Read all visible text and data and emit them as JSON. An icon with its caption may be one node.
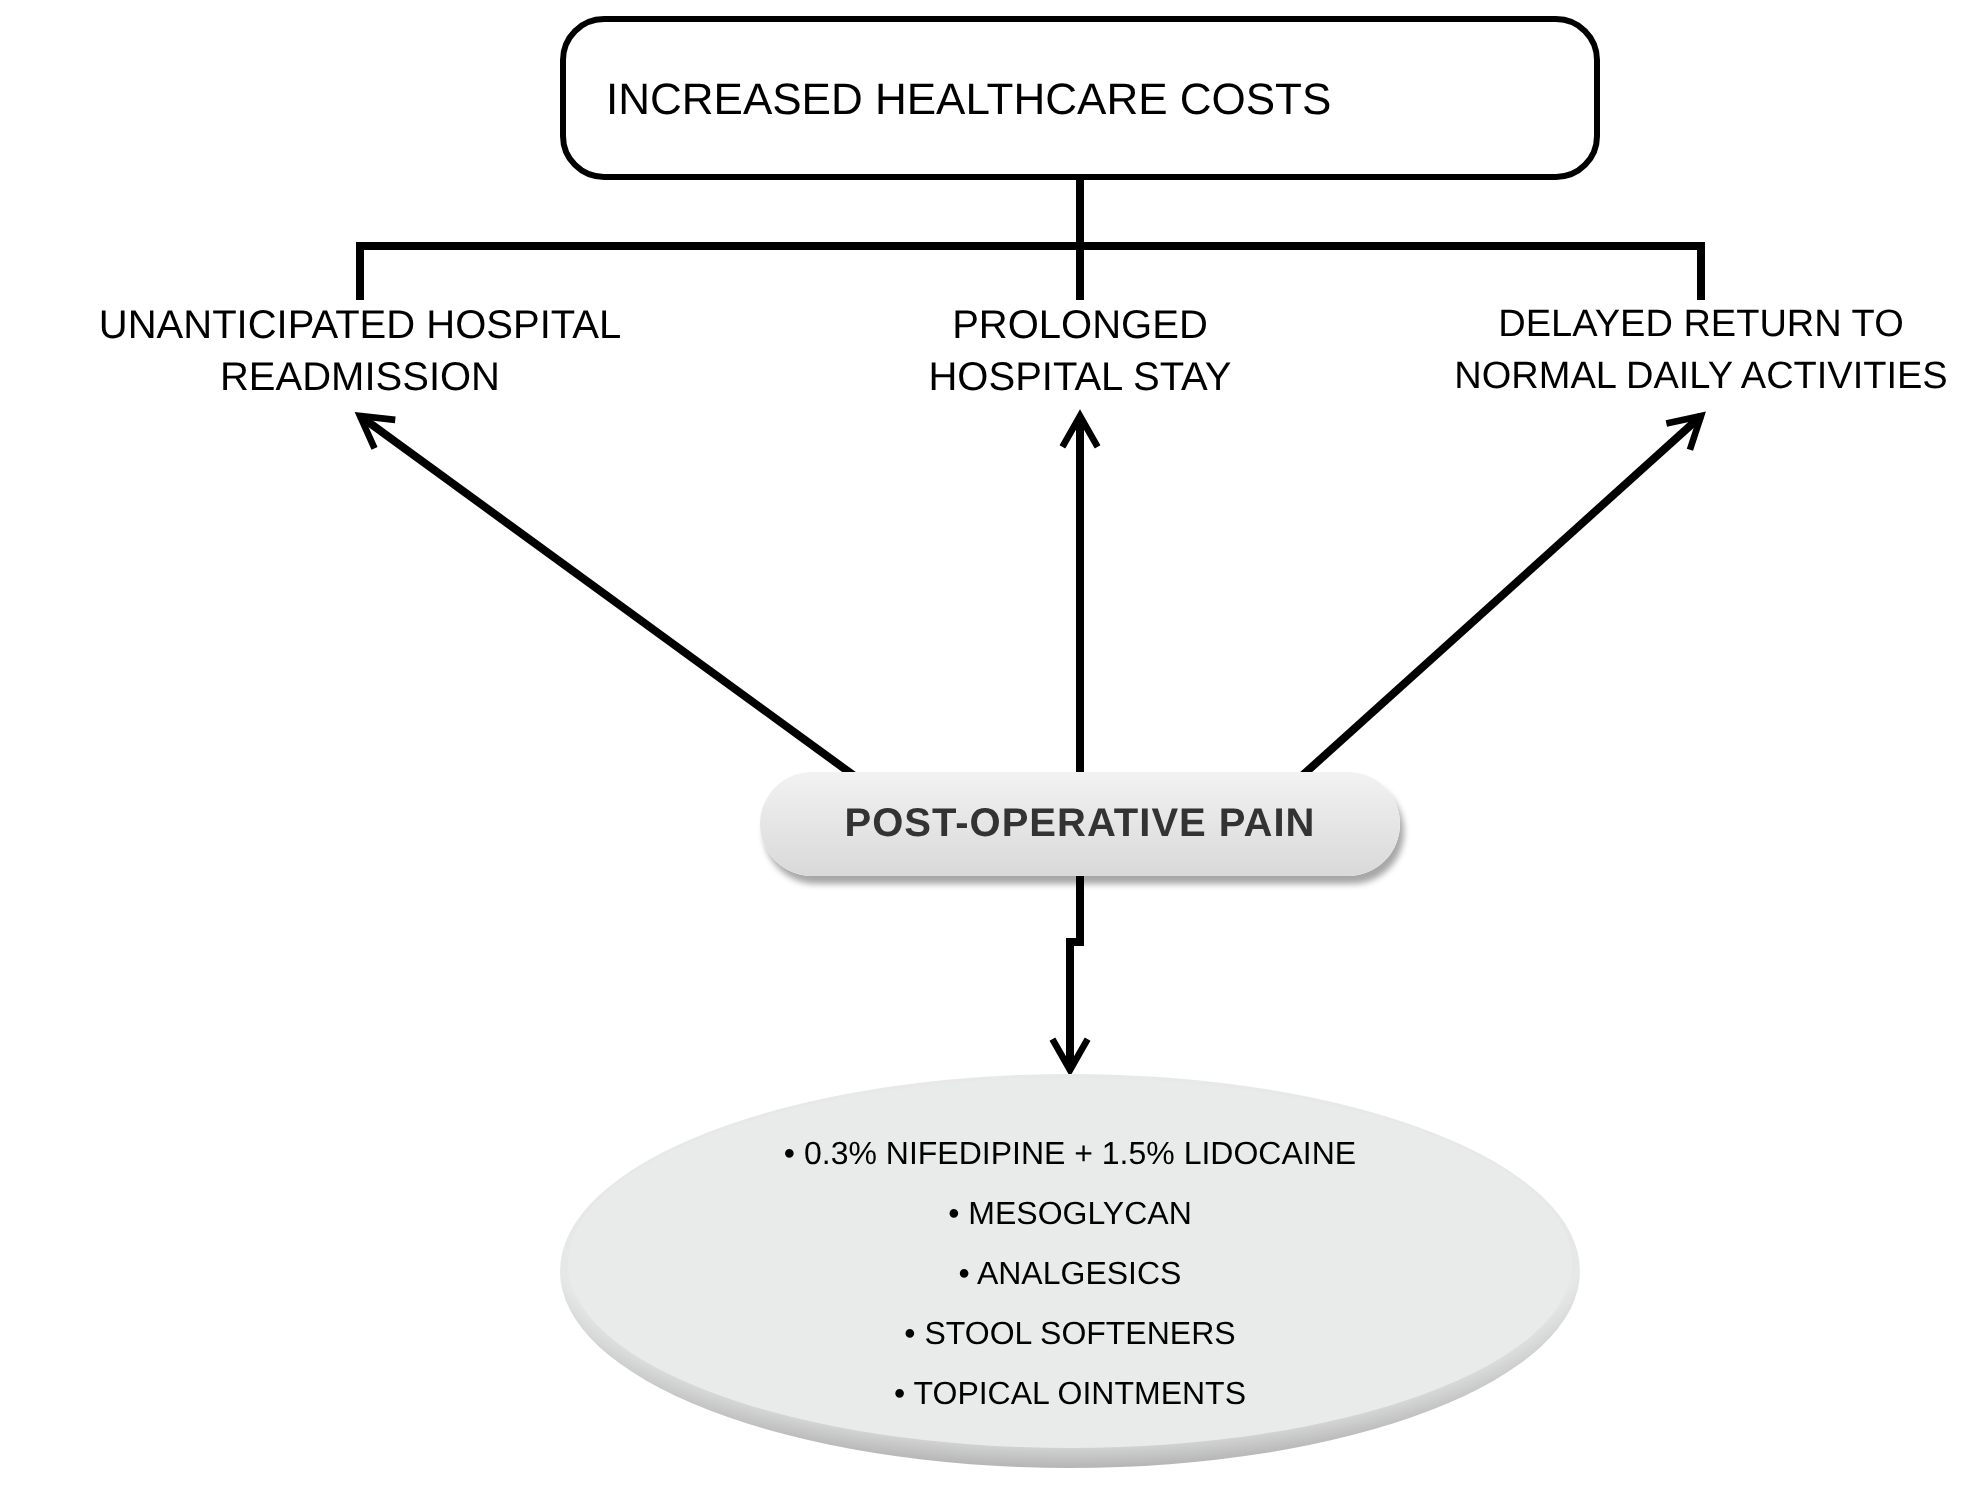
{
  "diagram": {
    "nodes": [
      {
        "text": [
          "INCREASED HEALTHCARE COSTS"
        ]
      },
      {
        "text": [
          "UNANTICIPATED HOSPITAL READMISSION"
        ]
      },
      {
        "text": [
          "PROLONGED HOSPITAL STAY"
        ]
      },
      {
        "text": [
          "DELAYED RETURN TO NORMAL DAILY ACTIVITIES"
        ]
      },
      {
        "text": [
          "POST-OPERATIVE PAIN"
        ]
      },
      {
        "text": [
          "• 0.3% NIFEDIPINE + 1.5% LIDOCAINE",
          "• MESOGLYCAN",
          "• ANALGESICS",
          "• STOOL SOFTENERS",
          "• TOPICAL OINTMENTS"
        ]
      }
    ],
    "edges": [
      {
        "from": 0,
        "to": 1,
        "arrow": "none"
      },
      {
        "from": 0,
        "to": 2,
        "arrow": "none"
      },
      {
        "from": 0,
        "to": 3,
        "arrow": "none"
      },
      {
        "from": 4,
        "to": 1,
        "arrow": "to"
      },
      {
        "from": 4,
        "to": 2,
        "arrow": "to"
      },
      {
        "from": 4,
        "to": 3,
        "arrow": "to"
      },
      {
        "from": 4,
        "to": 5,
        "arrow": "to"
      }
    ]
  }
}
